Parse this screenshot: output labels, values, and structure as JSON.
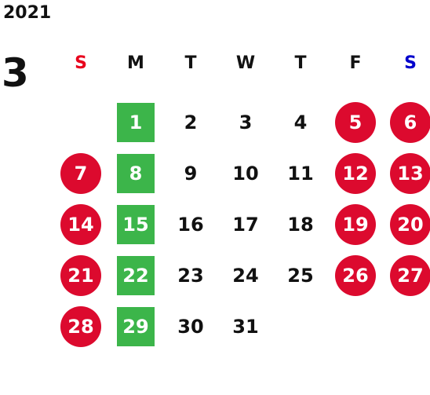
{
  "year": "2021",
  "month": "3",
  "colors": {
    "sunday_header": "#e8001c",
    "saturday_header": "#0000cc",
    "weekday_header": "#111111",
    "holiday_circle": "#dc0a2e",
    "market_square": "#3cb54a",
    "text_on_mark": "#ffffff"
  },
  "weekdays": [
    {
      "label": "S",
      "kind": "sunday"
    },
    {
      "label": "M",
      "kind": "weekday"
    },
    {
      "label": "T",
      "kind": "weekday"
    },
    {
      "label": "W",
      "kind": "weekday"
    },
    {
      "label": "T",
      "kind": "weekday"
    },
    {
      "label": "F",
      "kind": "weekday"
    },
    {
      "label": "S",
      "kind": "saturday"
    }
  ],
  "weeks": [
    [
      null,
      {
        "d": "1",
        "mark": "square"
      },
      {
        "d": "2"
      },
      {
        "d": "3"
      },
      {
        "d": "4"
      },
      {
        "d": "5",
        "mark": "circle"
      },
      {
        "d": "6",
        "mark": "circle"
      }
    ],
    [
      {
        "d": "7",
        "mark": "circle"
      },
      {
        "d": "8",
        "mark": "square"
      },
      {
        "d": "9"
      },
      {
        "d": "10"
      },
      {
        "d": "11"
      },
      {
        "d": "12",
        "mark": "circle"
      },
      {
        "d": "13",
        "mark": "circle"
      }
    ],
    [
      {
        "d": "14",
        "mark": "circle"
      },
      {
        "d": "15",
        "mark": "square"
      },
      {
        "d": "16"
      },
      {
        "d": "17"
      },
      {
        "d": "18"
      },
      {
        "d": "19",
        "mark": "circle"
      },
      {
        "d": "20",
        "mark": "circle"
      }
    ],
    [
      {
        "d": "21",
        "mark": "circle"
      },
      {
        "d": "22",
        "mark": "square"
      },
      {
        "d": "23"
      },
      {
        "d": "24"
      },
      {
        "d": "25"
      },
      {
        "d": "26",
        "mark": "circle"
      },
      {
        "d": "27",
        "mark": "circle"
      }
    ],
    [
      {
        "d": "28",
        "mark": "circle"
      },
      {
        "d": "29",
        "mark": "square"
      },
      {
        "d": "30"
      },
      {
        "d": "31"
      },
      null,
      null,
      null
    ]
  ]
}
